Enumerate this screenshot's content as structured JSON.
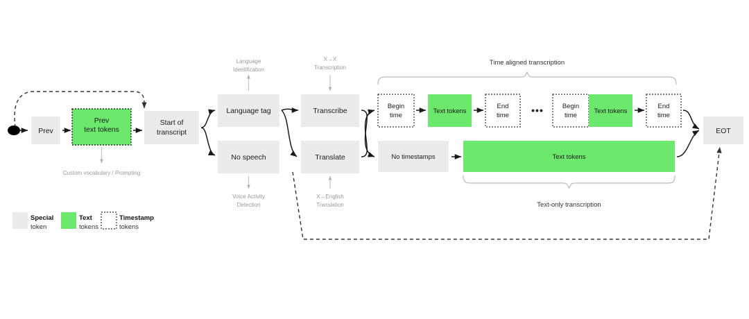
{
  "figure": {
    "title": "Whisper multitask training format token sequence diagram",
    "background": "#ffffff"
  },
  "colors": {
    "special_token_fill": "#ebebeb",
    "text_token_fill": "#6ce86c",
    "timestamp_token_fill": "#ffffff",
    "timestamp_token_border": "#333333",
    "arrow": "#1a1a1a",
    "annotation_text": "#9a9a9a",
    "brace": "#b5b5b5",
    "dashed_loop": "#333333"
  },
  "nodes": {
    "start_dot": {
      "name": "start-dot",
      "type": "marker"
    },
    "prev": {
      "label": "Prev",
      "type": "special"
    },
    "prev_text_tokens": {
      "label_line1": "Prev",
      "label_line2": "text tokens",
      "type": "text"
    },
    "start_of_transcript": {
      "label_line1": "Start of",
      "label_line2": "transcript",
      "type": "special"
    },
    "language_tag": {
      "label": "Language tag",
      "type": "special"
    },
    "no_speech": {
      "label": "No speech",
      "type": "special"
    },
    "transcribe": {
      "label": "Transcribe",
      "type": "special"
    },
    "translate": {
      "label": "Translate",
      "type": "special"
    },
    "begin_time_1": {
      "label_line1": "Begin",
      "label_line2": "time",
      "type": "timestamp"
    },
    "text_tokens_1": {
      "label": "Text tokens",
      "type": "text"
    },
    "end_time_1": {
      "label_line1": "End",
      "label_line2": "time",
      "type": "timestamp"
    },
    "ellipsis": {
      "label": "•••",
      "type": "decoration"
    },
    "begin_time_2": {
      "label_line1": "Begin",
      "label_line2": "time",
      "type": "timestamp"
    },
    "text_tokens_2": {
      "label": "Text tokens",
      "type": "text"
    },
    "end_time_2": {
      "label_line1": "End",
      "label_line2": "time",
      "type": "timestamp"
    },
    "no_timestamps": {
      "label": "No timestamps",
      "type": "special"
    },
    "text_tokens_long": {
      "label": "Text tokens",
      "type": "text"
    },
    "eot": {
      "label": "EOT",
      "type": "special"
    }
  },
  "annotations": {
    "language_identification": {
      "line1": "Language",
      "line2": "Identification",
      "arrow": "up"
    },
    "voice_activity_detection": {
      "line1": "Voice Activity",
      "line2": "Detection",
      "arrow": "down"
    },
    "x_to_x_transcription": {
      "line1": "X→X",
      "line2": "Transcription",
      "arrow": "down"
    },
    "x_to_english_translation": {
      "line1": "X→English",
      "line2": "Translation",
      "arrow": "up"
    },
    "custom_vocabulary": {
      "label": "Custom vocabulary / Prompting",
      "arrow": "down"
    }
  },
  "braces": {
    "time_aligned": {
      "label": "Time aligned transcription",
      "position": "top"
    },
    "text_only": {
      "label": "Text-only transcription",
      "position": "bottom"
    }
  },
  "legend": {
    "items": [
      {
        "swatch": "special",
        "bold": "Special",
        "normal": "token"
      },
      {
        "swatch": "text",
        "bold": "Text",
        "normal": "tokens"
      },
      {
        "swatch": "timestamp",
        "bold": "Timestamp",
        "normal": "tokens"
      }
    ]
  }
}
